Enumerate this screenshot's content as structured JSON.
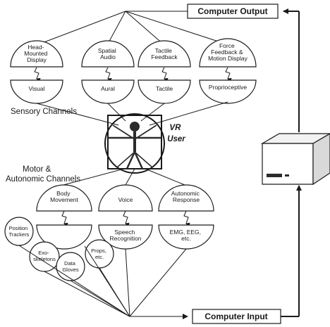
{
  "computer_output": "Computer Output",
  "computer_input": "Computer Input",
  "sensory_title": "Sensory Channels",
  "motor_title_1": "Motor &",
  "motor_title_2": "Autonomic Channels",
  "vr_user_1": "VR",
  "vr_user_2": "User",
  "sensory": [
    {
      "top": [
        "Head-",
        "Mounted",
        "Display"
      ],
      "bottom": "Visual"
    },
    {
      "top": [
        "Spatial",
        "Audio"
      ],
      "bottom": "Aural"
    },
    {
      "top": [
        "Tactile",
        "Feedback"
      ],
      "bottom": "Tactile"
    },
    {
      "top": [
        "Force",
        "Feedback &",
        "Motion Display"
      ],
      "bottom": "Proprioceptive"
    }
  ],
  "motor": [
    {
      "top": [
        "Body",
        "Movement"
      ],
      "bottom": []
    },
    {
      "top": [
        "Voice"
      ],
      "bottom": [
        "Speech",
        "Recognition"
      ]
    },
    {
      "top": [
        "Autonomic",
        "Response"
      ],
      "bottom": [
        "EMG, EEG,",
        "etc."
      ]
    }
  ],
  "devices": [
    [
      "Position",
      "Trackers"
    ],
    [
      "Exo-",
      "skeletons"
    ],
    [
      "Data",
      "Gloves"
    ],
    [
      "Props,",
      "etc."
    ]
  ]
}
